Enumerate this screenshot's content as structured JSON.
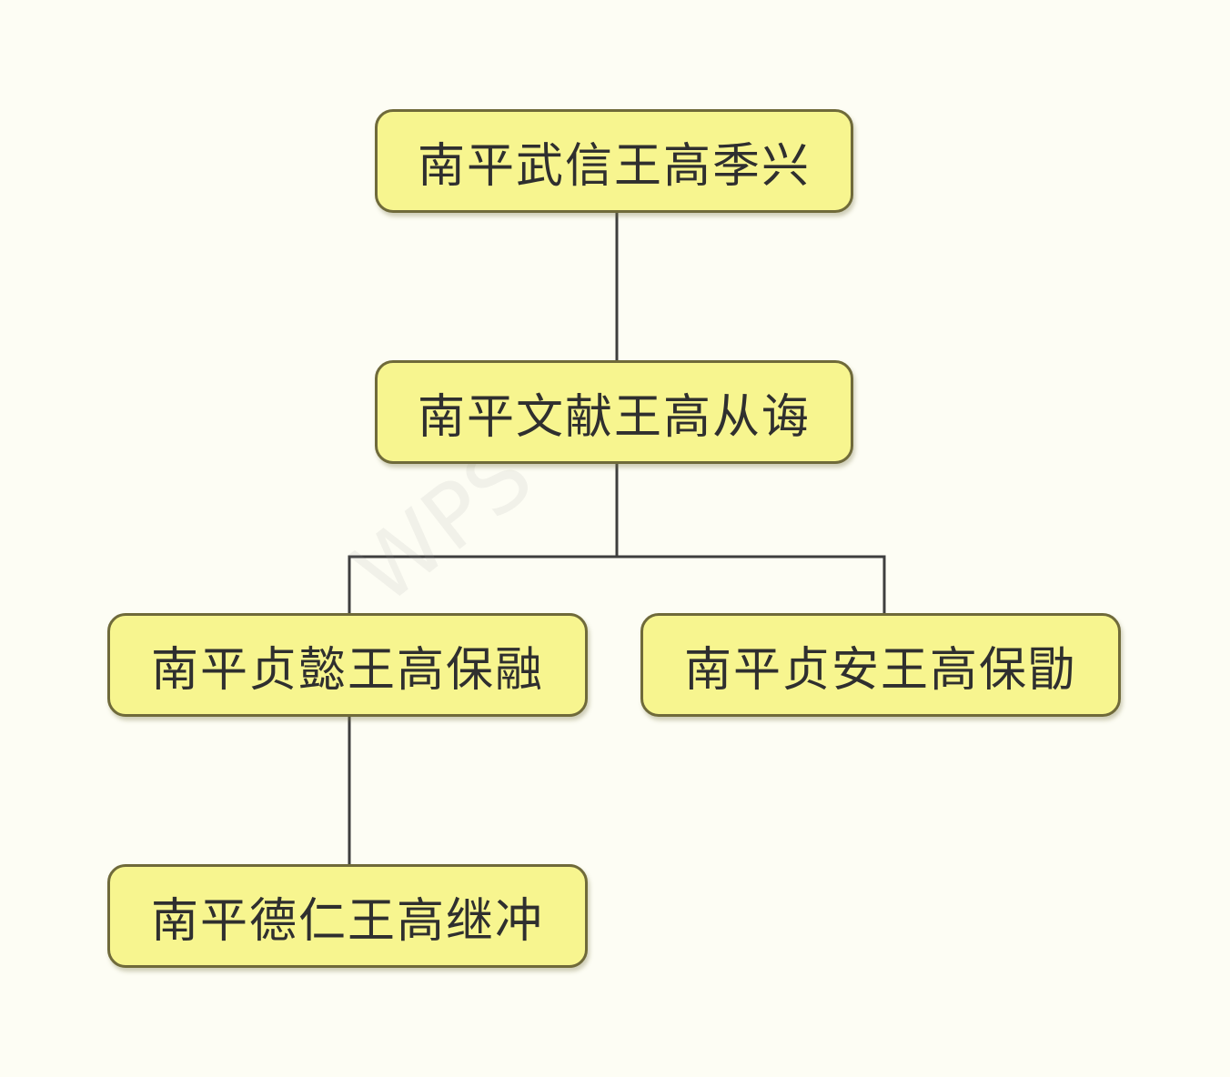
{
  "diagram": {
    "type": "family-tree",
    "nodes": [
      {
        "id": "n1",
        "label": "南平武信王高季兴"
      },
      {
        "id": "n2",
        "label": "南平文献王高从诲"
      },
      {
        "id": "n3",
        "label": "南平贞懿王高保融"
      },
      {
        "id": "n4",
        "label": "南平贞安王高保勖"
      },
      {
        "id": "n5",
        "label": "南平德仁王高继冲"
      }
    ],
    "edges": [
      {
        "from": "n1",
        "to": "n2"
      },
      {
        "from": "n2",
        "to": "n3"
      },
      {
        "from": "n2",
        "to": "n4"
      },
      {
        "from": "n3",
        "to": "n5"
      }
    ]
  },
  "watermark": {
    "text": "WPS"
  },
  "colors": {
    "background": "#fdfdf4",
    "node_fill": "#f7f58f",
    "node_border": "#6f6a3a",
    "connector": "#3e3e3e",
    "text": "#2f2f2f"
  }
}
